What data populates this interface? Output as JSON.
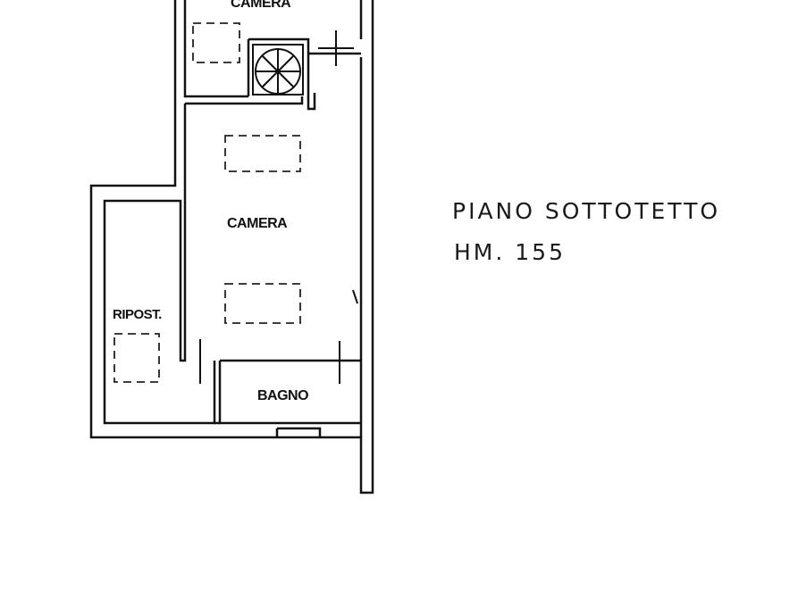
{
  "plan": {
    "rooms": {
      "camera_top": "CAMERA",
      "camera_main": "CAMERA",
      "ripost": "RIPOST.",
      "bagno": "BAGNO"
    },
    "title": "PIANO SOTTOTETTO",
    "height": "HM. 155"
  },
  "colors": {
    "ink": "#111111",
    "paper": "#ffffff"
  }
}
